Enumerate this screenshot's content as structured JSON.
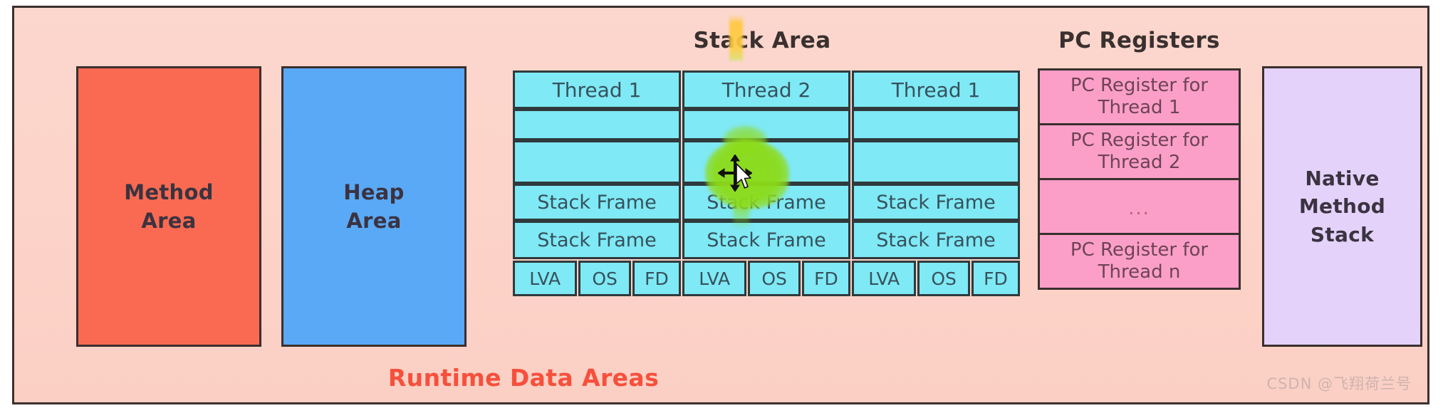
{
  "diagram": {
    "caption": "Runtime Data Areas",
    "watermark": "CSDN @飞翔荷兰号",
    "colors": {
      "container_bg": "#fbd4ca",
      "border": "#3a2f2d",
      "method_area": "#fa6a52",
      "heap_area": "#5aa9f7",
      "stack_cell": "#7fe9f5",
      "pc_register": "#fb9fc8",
      "native_stack": "#e4d2fa",
      "caption_text": "#f6503c",
      "highlight_green": "#8cdb18",
      "highlight_yellow": "#ffc83c"
    }
  },
  "method_area": {
    "label": "Method\nArea"
  },
  "heap_area": {
    "label": "Heap\nArea"
  },
  "stack_area": {
    "title": "Stack Area",
    "threads": [
      "Thread 1",
      "Thread 2",
      "Thread 1"
    ],
    "rows": [
      {
        "type": "header",
        "cells": [
          "Thread 1",
          "Thread 2",
          "Thread 1"
        ]
      },
      {
        "type": "empty",
        "cells": [
          "",
          "",
          ""
        ]
      },
      {
        "type": "empty",
        "cells": [
          "",
          "",
          ""
        ]
      },
      {
        "type": "frame",
        "cells": [
          "Stack Frame",
          "Stack Frame",
          "Stack Frame"
        ]
      },
      {
        "type": "frame",
        "cells": [
          "Stack Frame",
          "Stack Frame",
          "Stack Frame"
        ]
      }
    ],
    "frame_parts": [
      "LVA",
      "OS",
      "FD"
    ],
    "frame_parts_groups": [
      [
        "LVA",
        "OS",
        "FD"
      ],
      [
        "LVA",
        "OS",
        "FD"
      ],
      [
        "LVA",
        "OS",
        "FD"
      ]
    ]
  },
  "pc_registers": {
    "title": "PC Registers",
    "rows": [
      "PC Register for Thread 1",
      "PC Register for Thread 2",
      "...",
      "PC Register for Thread n"
    ]
  },
  "native_method_stack": {
    "label": "Native\nMethod\nStack"
  },
  "annotations": {
    "green_highlight": "green-highlight-blob",
    "yellow_highlight": "yellow-highlight-stroke",
    "cursor": "move-cursor"
  }
}
